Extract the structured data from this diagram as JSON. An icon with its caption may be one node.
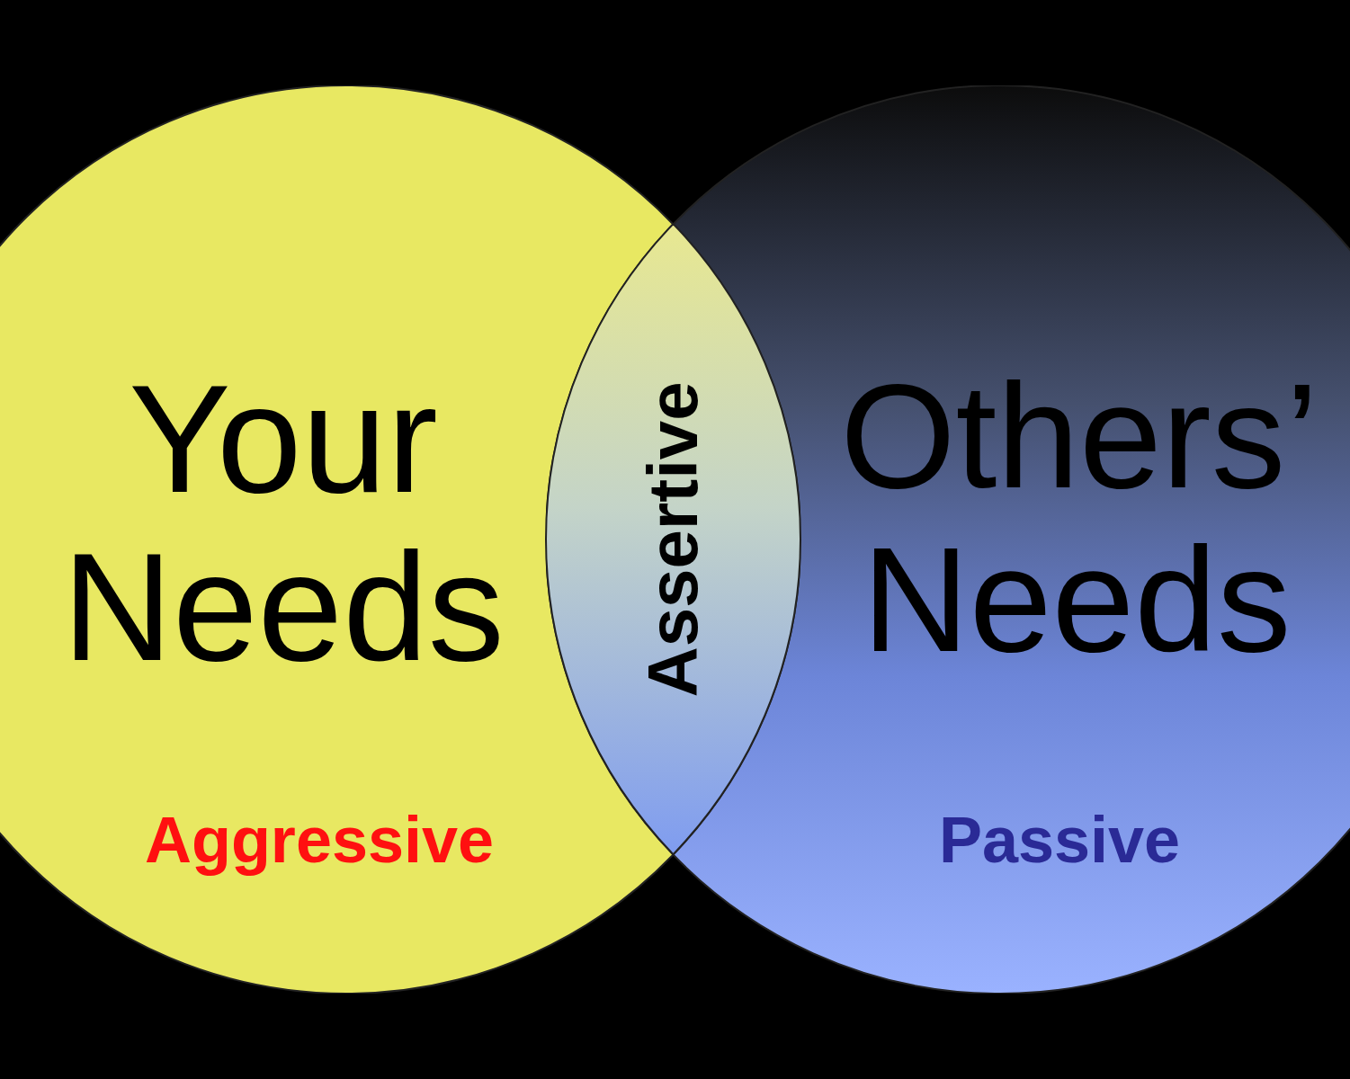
{
  "diagram": {
    "nodes": [
      {
        "text": [
          "Your Needs",
          "Aggressive"
        ]
      },
      {
        "text": [
          "Others’ Needs",
          "Passive"
        ]
      },
      {
        "text": [
          "Assertive"
        ]
      }
    ]
  }
}
